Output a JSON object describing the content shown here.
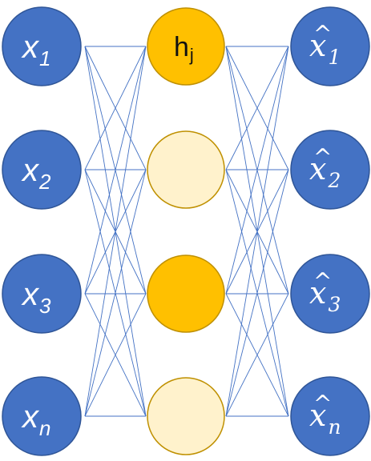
{
  "colors": {
    "input_fill": "#4472C4",
    "input_stroke": "#2F5597",
    "hidden_active_fill": "#FFC000",
    "hidden_active_stroke": "#BF9000",
    "hidden_inactive_fill": "#FFF2CC",
    "hidden_inactive_stroke": "#BF9000",
    "output_fill": "#4472C4",
    "output_stroke": "#2F5597",
    "edge": "#4472C4"
  },
  "layers": {
    "input": [
      {
        "base": "x",
        "sub": "1"
      },
      {
        "base": "x",
        "sub": "2"
      },
      {
        "base": "x",
        "sub": "3"
      },
      {
        "base": "x",
        "sub": "n"
      }
    ],
    "hidden": [
      {
        "base": "h",
        "sub": "j",
        "active": true
      },
      {
        "base": "",
        "sub": "",
        "active": false
      },
      {
        "base": "",
        "sub": "",
        "active": true
      },
      {
        "base": "",
        "sub": "",
        "active": false
      }
    ],
    "output": [
      {
        "base": "x",
        "hat": "^",
        "sub": "1"
      },
      {
        "base": "x",
        "hat": "^",
        "sub": "2"
      },
      {
        "base": "x",
        "hat": "^",
        "sub": "3"
      },
      {
        "base": "x",
        "hat": "^",
        "sub": "n"
      }
    ]
  },
  "connections": "fully-connected"
}
